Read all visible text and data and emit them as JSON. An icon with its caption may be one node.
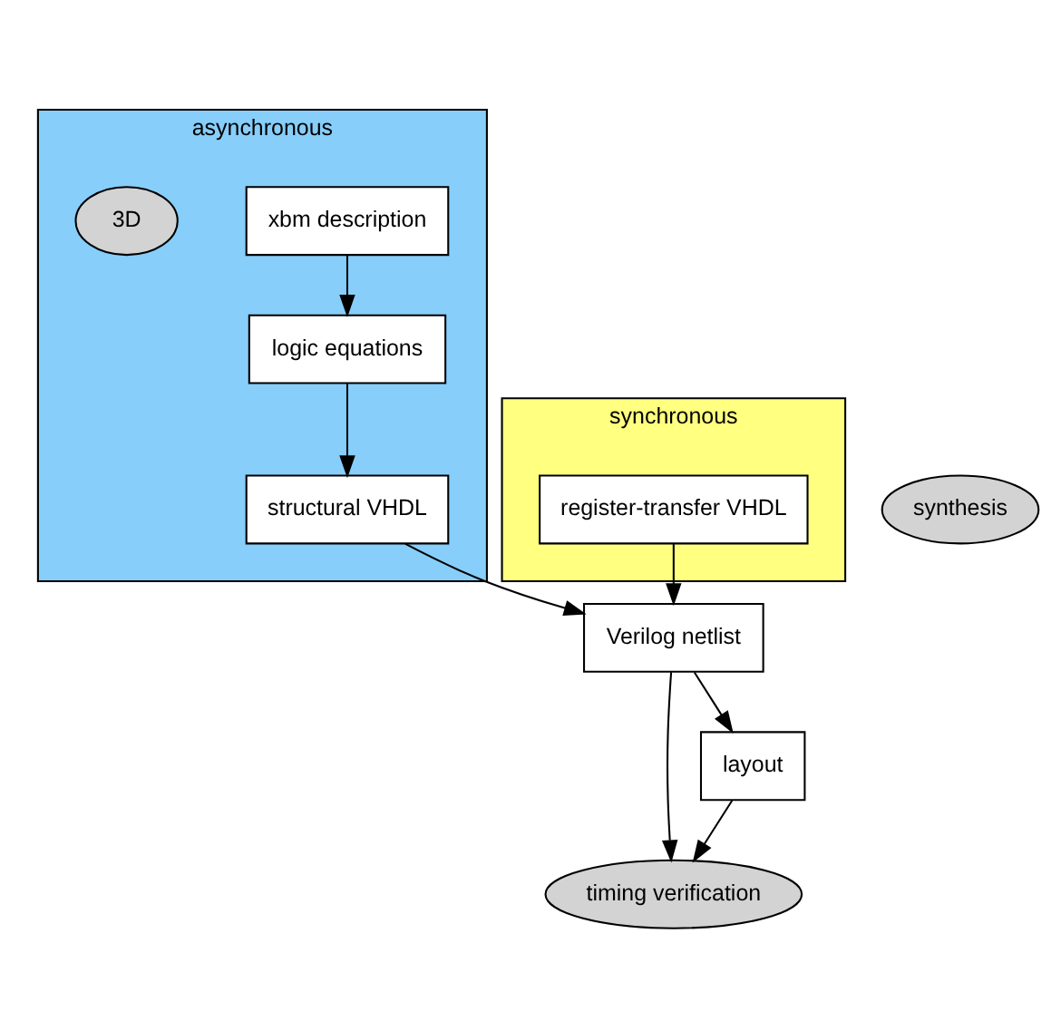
{
  "diagram": {
    "nodes": [
      {
        "text": [
          "asynchronous"
        ]
      },
      {
        "text": [
          "synchronous"
        ]
      },
      {
        "text": [
          "xbm description"
        ],
        "in": 0
      },
      {
        "text": [
          "3D"
        ],
        "in": 0
      },
      {
        "text": [
          "logic equations"
        ],
        "in": 0
      },
      {
        "text": [
          "structural VHDL"
        ],
        "in": 0
      },
      {
        "text": [
          "register-transfer VHDL"
        ],
        "in": 1
      },
      {
        "text": [
          "synthesis"
        ]
      },
      {
        "text": [
          "Verilog netlist"
        ]
      },
      {
        "text": [
          "timing verification"
        ]
      },
      {
        "text": [
          "layout"
        ]
      }
    ],
    "edges": [
      {
        "from": 2,
        "to": 4,
        "arrow": "to"
      },
      {
        "from": 4,
        "to": 5,
        "arrow": "to"
      },
      {
        "from": 5,
        "to": 8,
        "arrow": "to"
      },
      {
        "from": 6,
        "to": 8,
        "arrow": "to"
      },
      {
        "from": 8,
        "to": 10,
        "arrow": "to"
      },
      {
        "from": 8,
        "to": 9,
        "arrow": "to"
      },
      {
        "from": 10,
        "to": 9,
        "arrow": "to"
      }
    ]
  }
}
